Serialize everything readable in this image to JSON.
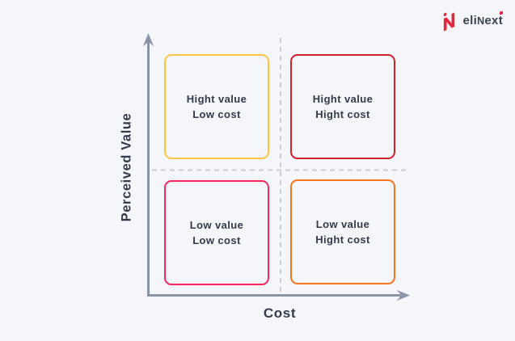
{
  "brand": {
    "name": "eliNext",
    "logo_icon": "elinext-n-icon",
    "segments": {
      "pre": "eli",
      "cap": "N",
      "mid": "ex",
      "tail": "t"
    }
  },
  "diagram": {
    "y_axis_label": "Perceived Value",
    "x_axis_label": "Cost",
    "quadrants": [
      {
        "position": "top-left",
        "line1": "Hight value",
        "line2": "Low cost",
        "border_color": "#fcc644"
      },
      {
        "position": "top-right",
        "line1": "Hight value",
        "line2": "Hight cost",
        "border_color": "#d2202c"
      },
      {
        "position": "bottom-left",
        "line1": "Low value",
        "line2": "Low cost",
        "border_color": "#f9265b"
      },
      {
        "position": "bottom-right",
        "line1": "Low value",
        "line2": "Hight cost",
        "border_color": "#f6731e"
      }
    ]
  },
  "colors": {
    "background": "#f4f6fa",
    "axis": "#8b94a7",
    "dashed_grid": "#c8cdd7",
    "text": "#323a4b",
    "logo_red": "#e5243d",
    "logo_text": "#3c4254"
  }
}
